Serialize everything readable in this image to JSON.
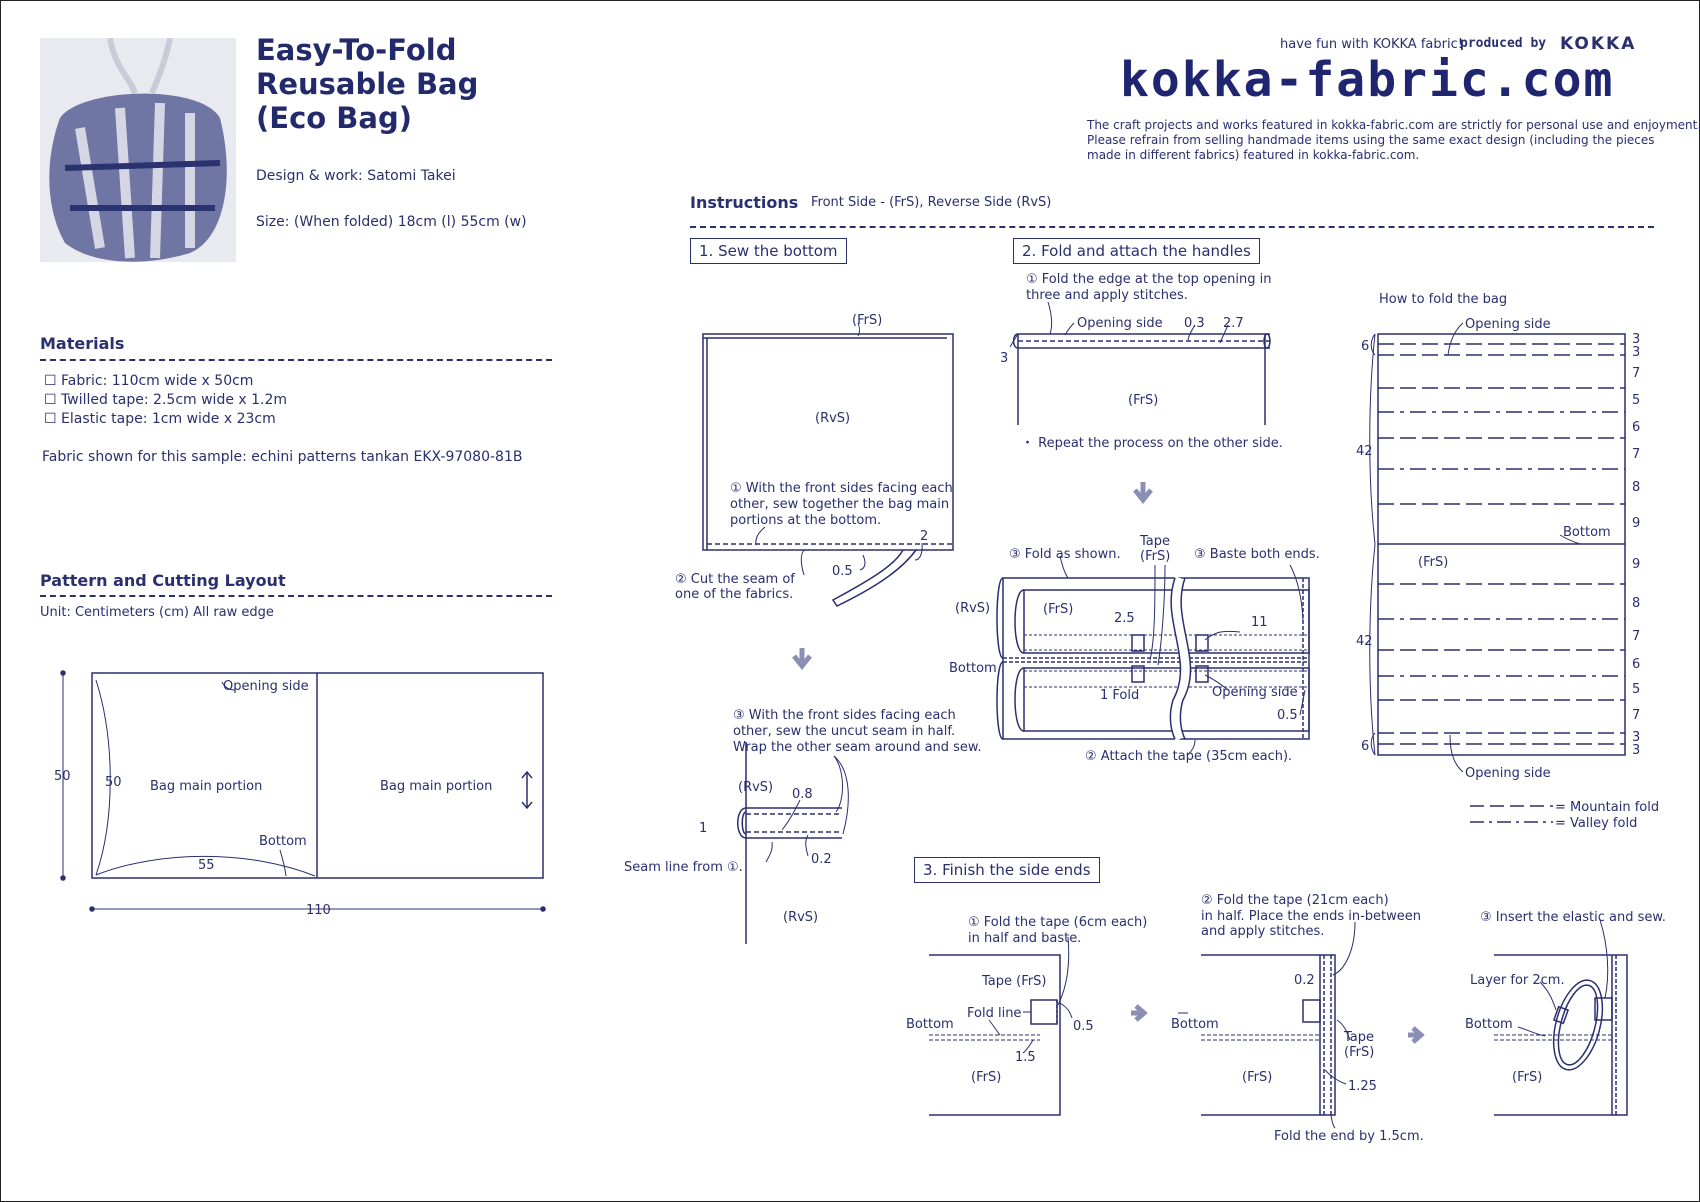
{
  "header": {
    "title_lines": [
      "Easy-To-Fold",
      "Reusable Bag",
      "(Eco Bag)"
    ],
    "design": "Design & work: Satomi Takei",
    "size": "Size:  (When folded) 18cm (l)  55cm (w)",
    "tagline": "have fun with KOKKA fabric!",
    "produced_by": "produced by",
    "brand": "KOKKA",
    "logo": "kokka-fabric.com",
    "notice": [
      "The craft projects and works featured in kokka-fabric.com are strictly for personal use and enjoyment.",
      "Please refrain from selling handmade items using the same exact design (including the pieces",
      "made in different fabrics) featured in kokka-fabric.com."
    ]
  },
  "materials": {
    "heading": "Materials",
    "items": [
      "Fabric: 110cm wide x 50cm",
      "Twilled tape: 2.5cm wide x 1.2m",
      "Elastic tape: 1cm wide x 23cm"
    ],
    "sample": "Fabric shown for this sample: echini patterns tankan EKX-97080-81B"
  },
  "pattern": {
    "heading": "Pattern and Cutting Layout",
    "unit": "Unit: Centimeters (cm)   All raw edge",
    "opening": "Opening side",
    "main_left": "Bag main portion",
    "main_right": "Bag main portion",
    "bottom": "Bottom",
    "h50_outer": "50",
    "h50_inner": "50",
    "w55": "55",
    "w110": "110"
  },
  "instructions": {
    "heading": "Instructions",
    "legend": "Front Side - (FrS), Reverse Side (RvS)",
    "step1": {
      "label": "1. Sew the bottom",
      "frs": "(FrS)",
      "rvs": "(RvS)",
      "note1": [
        "① With the front sides facing each",
        "other, sew together the bag main",
        "portions at the bottom."
      ],
      "m2": "2",
      "m05": "0.5",
      "note2": [
        "② Cut the seam of",
        "one of the fabrics."
      ],
      "note3": [
        "③ With the front sides facing each",
        "other, sew the uncut seam in half.",
        "Wrap the other seam around and sew."
      ],
      "rvs2": "(RvS)",
      "m08": "0.8",
      "m1": "1",
      "m02": "0.2",
      "seam": "Seam line from ①.",
      "rvs3": "(RvS)"
    },
    "step2": {
      "label": "2. Fold and attach the handles",
      "note1": [
        "① Fold the edge at the top opening in",
        "three and apply stitches."
      ],
      "opening": "Opening side",
      "m03": "0.3",
      "m27": "2.7",
      "m3": "3",
      "frs": "(FrS)",
      "repeat": "・ Repeat the process on the other side.",
      "fold": "③ Fold as shown.",
      "tape": "Tape",
      "tape_frs": "(FrS)",
      "baste": "③ Baste both ends.",
      "rvs": "(RvS)",
      "frs2": "(FrS)",
      "m25": "2.5",
      "m11": "11",
      "bottom": "Bottom",
      "fold1": "1 Fold",
      "opening2": "Opening side",
      "m05": "0.5",
      "attach": "② Attach the tape (35cm each)."
    },
    "howto": {
      "title": "How to fold the bag",
      "opening_top": "Opening side",
      "opening_bottom": "Opening side",
      "bottom": "Bottom",
      "frs": "(FrS)",
      "m42a": "42",
      "m42b": "42",
      "m6a": "6",
      "m6b": "6",
      "right_nums": [
        "3",
        "3",
        "7",
        "5",
        "6",
        "7",
        "8",
        "9",
        "9",
        "8",
        "7",
        "6",
        "5",
        "7",
        "3",
        "3"
      ],
      "mountain": "= Mountain fold",
      "valley": "= Valley fold"
    },
    "step3": {
      "label": "3. Finish the side ends",
      "note1": [
        "① Fold the tape (6cm each)",
        "in half and baste."
      ],
      "tape": "Tape  (FrS)",
      "foldline": "Fold line",
      "bottom1": "Bottom",
      "m05": "0.5",
      "m15": "1.5",
      "frs1": "(FrS)",
      "note2": [
        "② Fold the tape (21cm each)",
        "in half. Place the ends in-between",
        "and apply stitches."
      ],
      "m02": "0.2",
      "bottom2": "Bottom",
      "tape2": "Tape",
      "tape2_frs": "(FrS)",
      "frs2": "(FrS)",
      "m125": "1.25",
      "foldend": "Fold the end by 1.5cm.",
      "note3": "③ Insert the elastic and sew.",
      "layer": "Layer for 2cm.",
      "bottom3": "Bottom",
      "frs3": "(FrS)"
    }
  }
}
